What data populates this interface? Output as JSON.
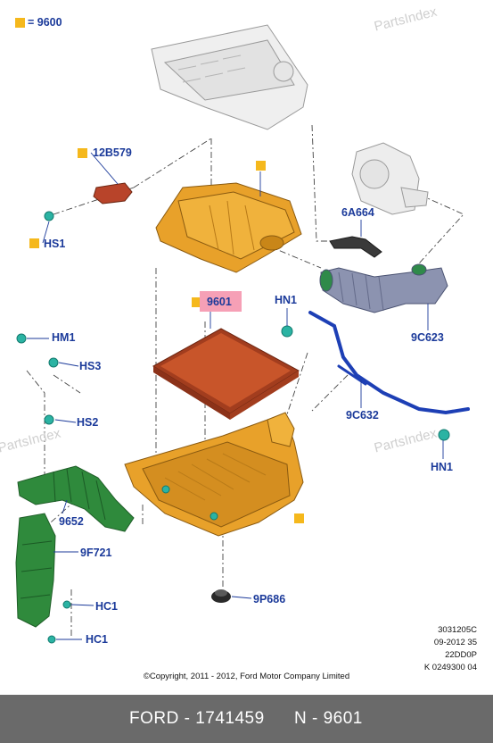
{
  "legend": {
    "code": "9600"
  },
  "watermark": {
    "text": "PartsIndex"
  },
  "callouts": {
    "p12b579": "12B579",
    "hs1": "HS1",
    "p6a664": "6A664",
    "p9601": "9601",
    "hn1_top": "HN1",
    "p9c623": "9C623",
    "hm1": "HM1",
    "hs3": "HS3",
    "hs2": "HS2",
    "p9c632": "9C632",
    "hn1_bottom": "HN1",
    "p9652": "9652",
    "p9f721": "9F721",
    "p9p686": "9P686",
    "hc1_top": "HC1",
    "hc1_bottom": "HC1"
  },
  "diagram_meta": {
    "line1": "3031205C",
    "line2": "09-2012 35",
    "line3": "22DD0P",
    "line4": "K 0249300 04"
  },
  "copyright": "©Copyright, 2011 - 2012, Ford Motor Company Limited",
  "footer": {
    "brand_part": "FORD - 1741459",
    "number": "N - 9601"
  },
  "colors": {
    "label_blue": "#1b3a9a",
    "marker_yellow": "#f5b81c",
    "highlight_pink": "#f6a0b6",
    "airbox_orange": "#e8a12a",
    "filter_red": "#c8552a",
    "hose_green": "#2f8a3c",
    "tube_blue": "#1d3fb5",
    "hose_gray": "#8c93b0",
    "footer_bg": "#6a6a6a"
  }
}
